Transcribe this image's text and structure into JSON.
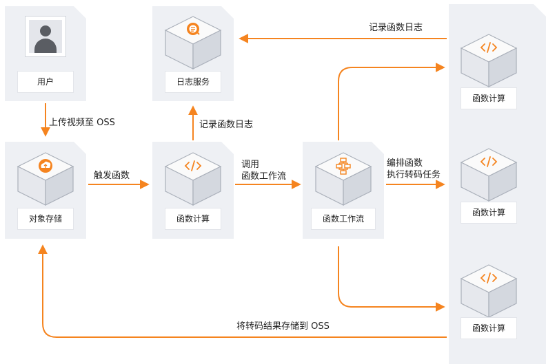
{
  "nodes": {
    "user": {
      "label": "用户",
      "icon": "user-avatar-icon"
    },
    "log_service": {
      "label": "日志服务",
      "icon": "log-service-icon"
    },
    "oss": {
      "label": "对象存储",
      "icon": "object-storage-icon"
    },
    "fc_main": {
      "label": "函数计算",
      "icon": "function-compute-icon"
    },
    "workflow": {
      "label": "函数工作流",
      "icon": "workflow-icon"
    },
    "fc_right_1": {
      "label": "函数计算",
      "icon": "function-compute-icon"
    },
    "fc_right_2": {
      "label": "函数计算",
      "icon": "function-compute-icon"
    },
    "fc_right_3": {
      "label": "函数计算",
      "icon": "function-compute-icon"
    }
  },
  "edges": {
    "upload": "上传视频至 OSS",
    "trigger": "触发函数",
    "record_log": "记录函数日志",
    "call_line1": "调用",
    "call_line2": "函数工作流",
    "orchestrate_line1": "编排函数",
    "orchestrate_line2": "执行转码任务",
    "record_log_top": "记录函数日志",
    "store_result": "将转码结果存储到 OSS"
  },
  "colors": {
    "accent": "#f5841f",
    "panel": "#eef0f4",
    "cube_top": "#fafafa",
    "cube_side": "#d9dce3"
  }
}
